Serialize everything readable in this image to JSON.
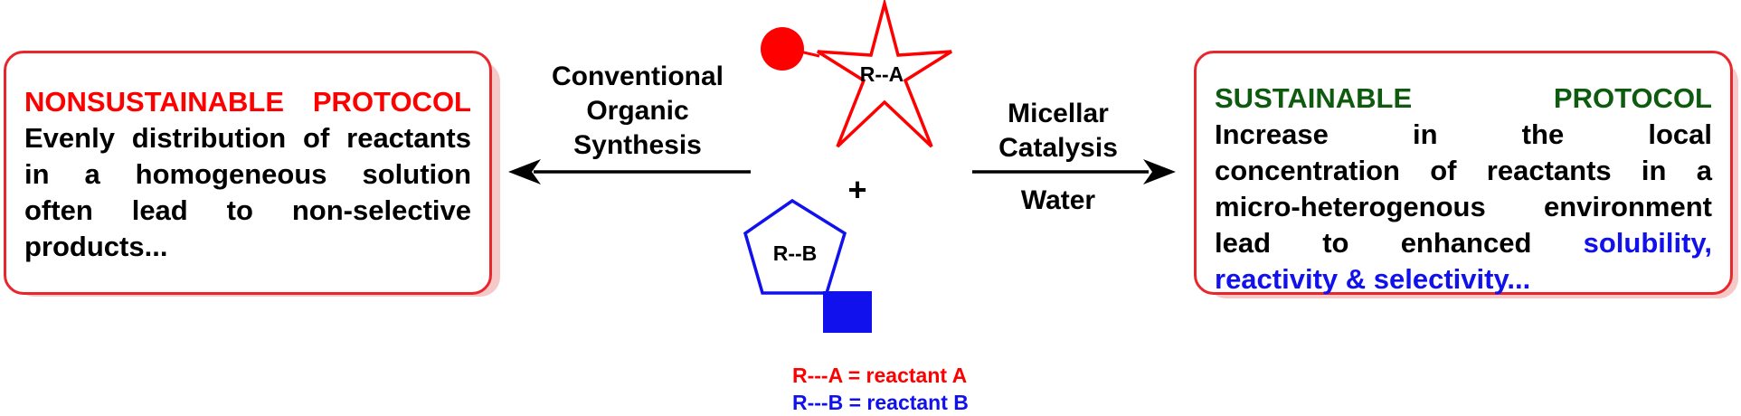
{
  "left_box": {
    "title": "NONSUSTAINABLE PROTOCOL",
    "lines": [
      "Evenly distribution of reactants",
      "in a homogeneous solution",
      "often lead to non-selective",
      "products..."
    ]
  },
  "right_box": {
    "title_left": "SUSTAINABLE",
    "title_right": "PROTOCOL",
    "lines": [
      "Increase in the local",
      "concentration of reactants in a",
      "micro-heterogenous environment"
    ],
    "last_line_prefix": "lead to enhanced ",
    "last_line_highlight": "solubility,",
    "final_line_highlight": "reactivity & selectivity..."
  },
  "left_arrow_label": [
    "Conventional",
    "Organic",
    "Synthesis"
  ],
  "right_arrow_label_top": [
    "Micellar",
    "Catalysis"
  ],
  "right_arrow_label_bottom": "Water",
  "star_label": "R--A",
  "pentagon_label": "R--B",
  "plus_sign": "+",
  "legend": {
    "a": "R---A = reactant A",
    "b": "R---B = reactant B"
  },
  "colors": {
    "red": "#ff0000",
    "green": "#0e5a0e",
    "blue": "#1111ee",
    "box_border": "#e8262c",
    "box_shadow": "#f6c8c8"
  }
}
